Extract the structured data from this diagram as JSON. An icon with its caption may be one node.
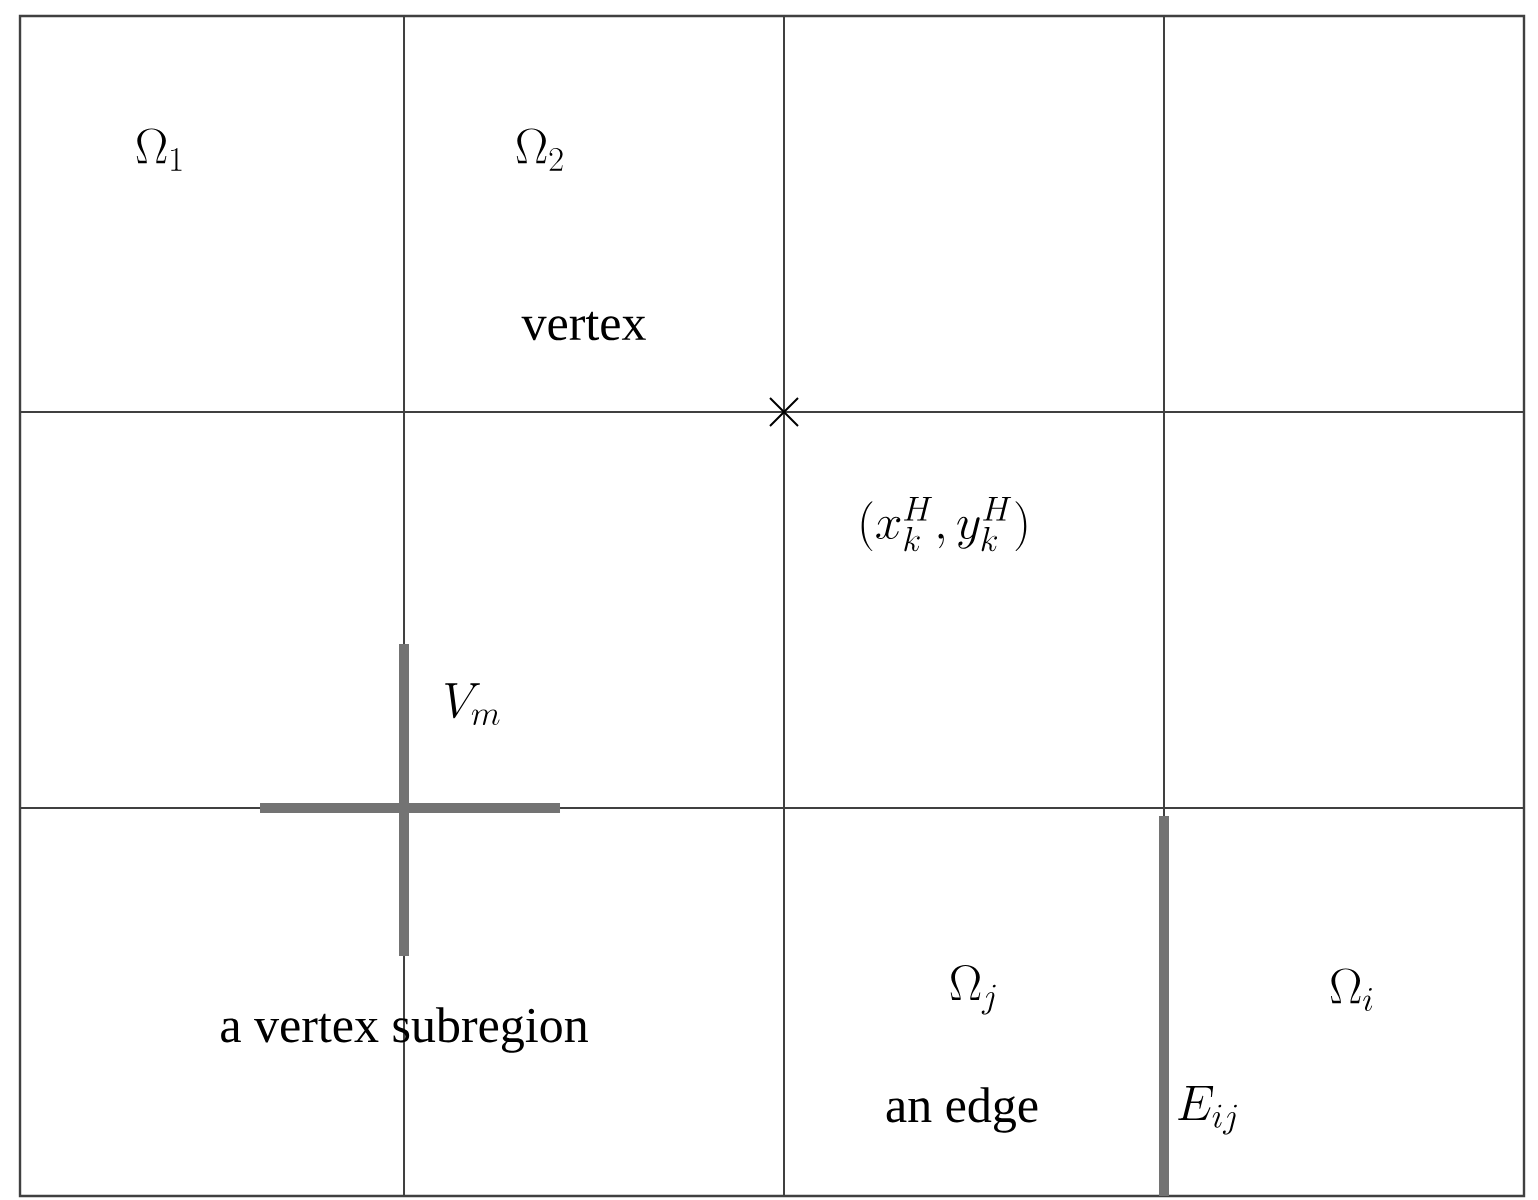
{
  "diagram": {
    "labels": [
      "\\Omega_1",
      "\\Omega_2",
      "vertex",
      "(x_k^H, y_k^H)",
      "V_m",
      "a vertex subregion",
      "\\Omega_j",
      "\\Omega_i",
      "an edge",
      "E_{ij}"
    ]
  }
}
